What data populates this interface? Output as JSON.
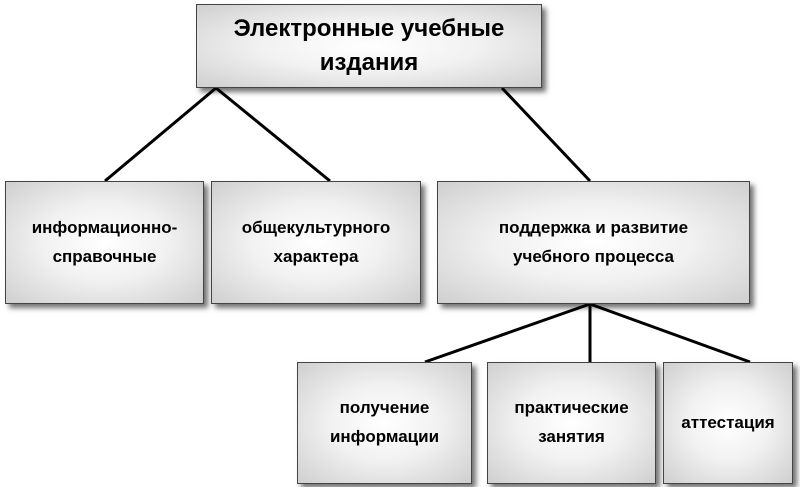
{
  "diagram": {
    "root": {
      "line1": "Электронные учебные",
      "line2": "издания"
    },
    "info_reference": {
      "line1": "информационно-",
      "line2": "справочные"
    },
    "general_cultural": {
      "line1": "общекультурного",
      "line2": "характера"
    },
    "support": {
      "line1": "поддержка и развитие",
      "line2": "учебного процесса"
    },
    "getting_info": {
      "line1": "получение",
      "line2": "информации"
    },
    "practice": {
      "line1": "практические",
      "line2": "занятия"
    },
    "attestation": {
      "line1": "аттестация"
    },
    "colors": {
      "line": "#000000",
      "border": "#444444",
      "fill_center": "#ffffff",
      "fill_edge": "#cfcfcf"
    }
  }
}
